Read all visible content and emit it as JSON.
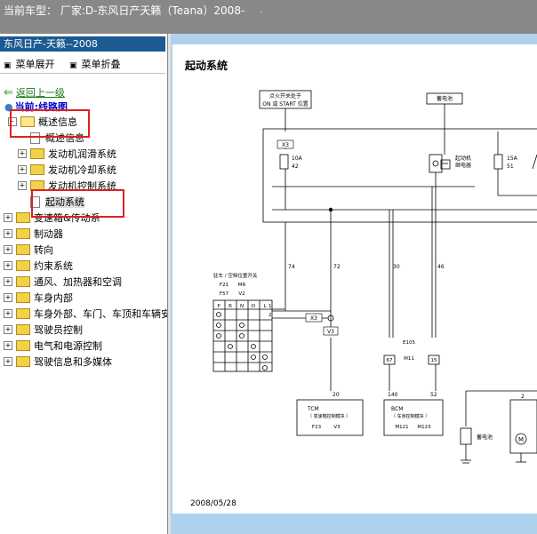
{
  "topbar": {
    "text": "当前车型： 厂家:D-东风日产天籁（Teana）2008-",
    "dot": "."
  },
  "left": {
    "title": "东风日产-天籁--2008",
    "expand": "菜单展开",
    "collapse": "菜单折叠",
    "back": "返回上一级",
    "current": "当前:线路图",
    "tree": [
      {
        "label": "概述信息",
        "level": 1,
        "type": "folder-open",
        "pm": "-"
      },
      {
        "label": "概述信息",
        "level": 2,
        "type": "doc"
      },
      {
        "label": "发动机润滑系统",
        "level": 2,
        "type": "folder",
        "pm": "+"
      },
      {
        "label": "发动机冷却系统",
        "level": 2,
        "type": "folder",
        "pm": "+"
      },
      {
        "label": "发动机控制系统",
        "level": 2,
        "type": "folder",
        "pm": "+"
      },
      {
        "label": "起动系统",
        "level": 2,
        "type": "doc",
        "selected": true
      },
      {
        "label": "变速箱&传动系",
        "level": 0,
        "type": "folder",
        "pm": "+"
      },
      {
        "label": "制动器",
        "level": 0,
        "type": "folder",
        "pm": "+"
      },
      {
        "label": "转向",
        "level": 0,
        "type": "folder",
        "pm": "+"
      },
      {
        "label": "约束系统",
        "level": 0,
        "type": "folder",
        "pm": "+"
      },
      {
        "label": "通风、加热器和空调",
        "level": 0,
        "type": "folder",
        "pm": "+"
      },
      {
        "label": "车身内部",
        "level": 0,
        "type": "folder",
        "pm": "+"
      },
      {
        "label": "车身外部、车门、车顶和车辆安",
        "level": 0,
        "type": "folder",
        "pm": "+"
      },
      {
        "label": "驾驶员控制",
        "level": 0,
        "type": "folder",
        "pm": "+"
      },
      {
        "label": "电气和电源控制",
        "level": 0,
        "type": "folder",
        "pm": "+"
      },
      {
        "label": "驾驶信息和多媒体",
        "level": 0,
        "type": "folder",
        "pm": "+"
      }
    ]
  },
  "diagram": {
    "title": "起动系统",
    "date": "2008/05/28",
    "ign_label_1": "点火开关处于",
    "ign_label_2": "ON 或 START 位置",
    "battery_top": "蓄电池",
    "x3": "X3",
    "fuse10": "10A",
    "fuse10_no": "42",
    "relay1": "起动机",
    "relay2": "继电器",
    "fuse15": "15A",
    "fuse15_no": "51",
    "park_label": "驻车 / 空档位置开关",
    "c_f21": "F21",
    "c_mr": "MR",
    "c_f57": "F57",
    "c_v2": "V2",
    "wire74": "74",
    "wire72": "72",
    "wire30": "30",
    "wire46": "46",
    "pin1": "1",
    "pin2": "2",
    "grid_head": [
      "P",
      "R",
      "N",
      "D",
      "L"
    ],
    "x3b": "X3",
    "v3": "V3",
    "e105": "E105",
    "m11": "M11",
    "pin67": "67",
    "pin15": "15",
    "tcm_pin": "20",
    "tcm_1": "TCM",
    "tcm_2": "（ 变速箱控制模块 ）",
    "tcm_c1": "F23",
    "tcm_c2": "V3",
    "bcm_pin1": "140",
    "bcm_pin2": "52",
    "bcm_1": "BCM",
    "bcm_2": "（ 车身控制模块 ）",
    "bcm_c1": "M121",
    "bcm_c2": "M123",
    "battery_bottom": "蓄电池",
    "pin2b": "2",
    "motor": "M"
  }
}
